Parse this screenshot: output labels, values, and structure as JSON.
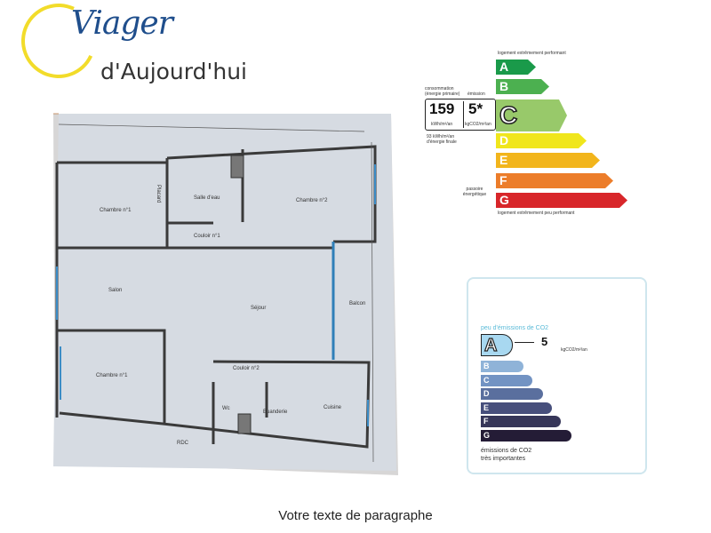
{
  "logo": {
    "line1": "Viager",
    "line2": "d'Aujourd'hui"
  },
  "floor_plan": {
    "rooms": [
      "Chambre n°1",
      "Salle d'eau",
      "Chambre n°2",
      "Placard",
      "Couloir n°1",
      "Salon",
      "Séjour",
      "Balcon",
      "Chambre n°1",
      "Couloir n°2",
      "Wc",
      "Buanderie",
      "Cuisine",
      "RDC"
    ]
  },
  "energy_label": {
    "top_note": "logement extrêmement performant",
    "bottom_note": "logement extrêmement peu performant",
    "consumption_label": "consommation (énergie primaire)",
    "emission_label": "émission",
    "consumption_value": "159",
    "consumption_unit": "kWh/m²/an",
    "emission_value": "5*",
    "emission_unit": "kgCO2/m²/an",
    "final_energy_note": "93 kWh/m²/an d'énergie finale",
    "side_note": "passoire énergétique",
    "classes": [
      "A",
      "B",
      "C",
      "D",
      "E",
      "F",
      "G"
    ],
    "current_class": "C",
    "colors": [
      "#1a9a4a",
      "#4cb050",
      "#98c96a",
      "#f0e61c",
      "#f2b51c",
      "#ec7d2a",
      "#d8262a"
    ]
  },
  "ges_label": {
    "top_note": "peu d'émissions de CO2",
    "bottom_note_1": "émissions de CO2",
    "bottom_note_2": "très importantes",
    "classes": [
      "A",
      "B",
      "C",
      "D",
      "E",
      "F",
      "G"
    ],
    "current_class": "A",
    "value": "5",
    "unit": "kgCO2/m²/an",
    "colors": [
      "#a8d8f0",
      "#8fb3d8",
      "#7293c3",
      "#5a6f9e",
      "#474f7c",
      "#363659",
      "#241c36"
    ]
  },
  "caption": "Votre texte de paragraphe"
}
